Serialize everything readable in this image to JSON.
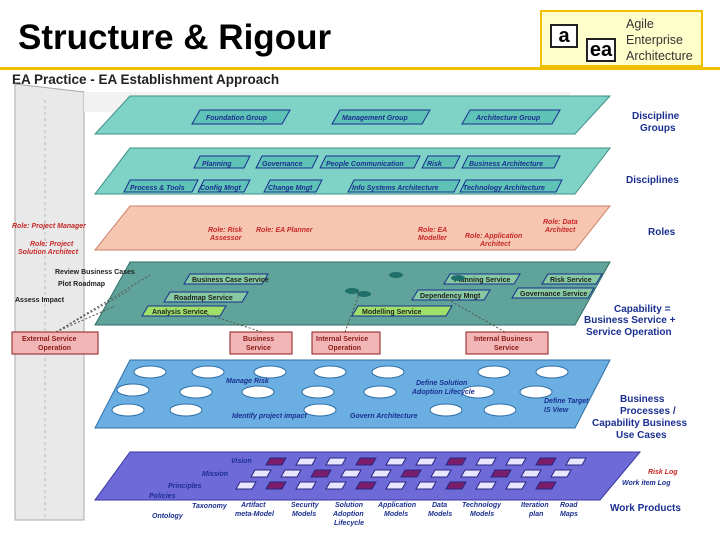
{
  "header": {
    "title": "Structure & Rigour",
    "subtitle": "EA Practice - EA Establishment Approach"
  },
  "logo": {
    "box_a": "a",
    "box_ea": "ea",
    "line1": "Agile",
    "line2": "Enterprise",
    "line3": "Architecture"
  },
  "layers": {
    "discipline_groups": {
      "label_1": "Discipline",
      "label_2": "Groups",
      "items": [
        "Foundation Group",
        "Management Group",
        "Architecture Group"
      ]
    },
    "disciplines": {
      "label": "Disciplines",
      "items": [
        "Planning",
        "Governance",
        "People Communication",
        "Risk",
        "Business Architecture",
        "Process & Tools",
        "Config Mngt",
        "Change Mngt",
        "Info Systems Architecture",
        "Technology Architecture"
      ]
    },
    "roles": {
      "label": "Roles",
      "items": [
        "Role: Risk",
        "Assessor",
        "Role: EA Planner",
        "Role: EA",
        "Modeller",
        "Role: Application",
        "Architect",
        "Role: Data",
        "Architect"
      ]
    },
    "capability": {
      "label_1": "Capability =",
      "label_2": "Business Service +",
      "label_3": "Service Operation",
      "items": [
        "Business Case Service",
        "Roadmap Service",
        "Analysis Service",
        "Planning Service",
        "Risk Service",
        "Dependency Mngt",
        "Governance Service",
        "Modelling Service"
      ]
    },
    "processes": {
      "label_1": "Business",
      "label_2": "Processes /",
      "label_3": "Capability Business",
      "label_4": "Use Cases",
      "items": [
        "Manage Risk",
        "Define Solution",
        "Adoption Lifecycle",
        "Define Target",
        "IS View",
        "Identify project impact",
        "Govern Architecture"
      ]
    },
    "products": {
      "label": "Work Products",
      "items": [
        "Risk Log",
        "Work item Log"
      ]
    }
  },
  "left_roles": [
    "Role: Project Manager",
    "Role: Project",
    "Solution Architect"
  ],
  "left_labels": [
    "Review Business Cases",
    "Plot Roadmap",
    "Assess Impact"
  ],
  "legend_boxes": [
    {
      "line1": "External Service",
      "line2": "Operation"
    },
    {
      "line1": "Business",
      "line2": "Service"
    },
    {
      "line1": "Internal Service",
      "line2": "Operation"
    },
    {
      "line1": "Internal Business",
      "line2": "Service"
    }
  ],
  "product_left": [
    "Vision",
    "Mission",
    "Principles",
    "Policies",
    "Ontology",
    "Taxonomy"
  ],
  "product_bottom": [
    {
      "line1": "Artifact",
      "line2": "meta-Model"
    },
    {
      "line1": "Security",
      "line2": "Models"
    },
    {
      "line1": "Solution",
      "line2": "Adoption",
      "line3": "Lifecycle"
    },
    {
      "line1": "Application",
      "line2": "Models"
    },
    {
      "line1": "Data",
      "line2": "Models"
    },
    {
      "line1": "Technology",
      "line2": "Models"
    },
    {
      "line1": "Iteration",
      "line2": "plan"
    },
    {
      "line1": "Road",
      "line2": "Maps"
    }
  ],
  "colors": {
    "title": "#000000",
    "label_blue": "#1a2f8f",
    "roles_band": "#f6c6b0",
    "capability_band": "#5fa39a",
    "process_band": "#6aaee2",
    "product_band": "#6e6ad8",
    "discipline_band": "#7fd3c6",
    "accent_red": "#c62828",
    "logo_border": "#f0c000"
  }
}
